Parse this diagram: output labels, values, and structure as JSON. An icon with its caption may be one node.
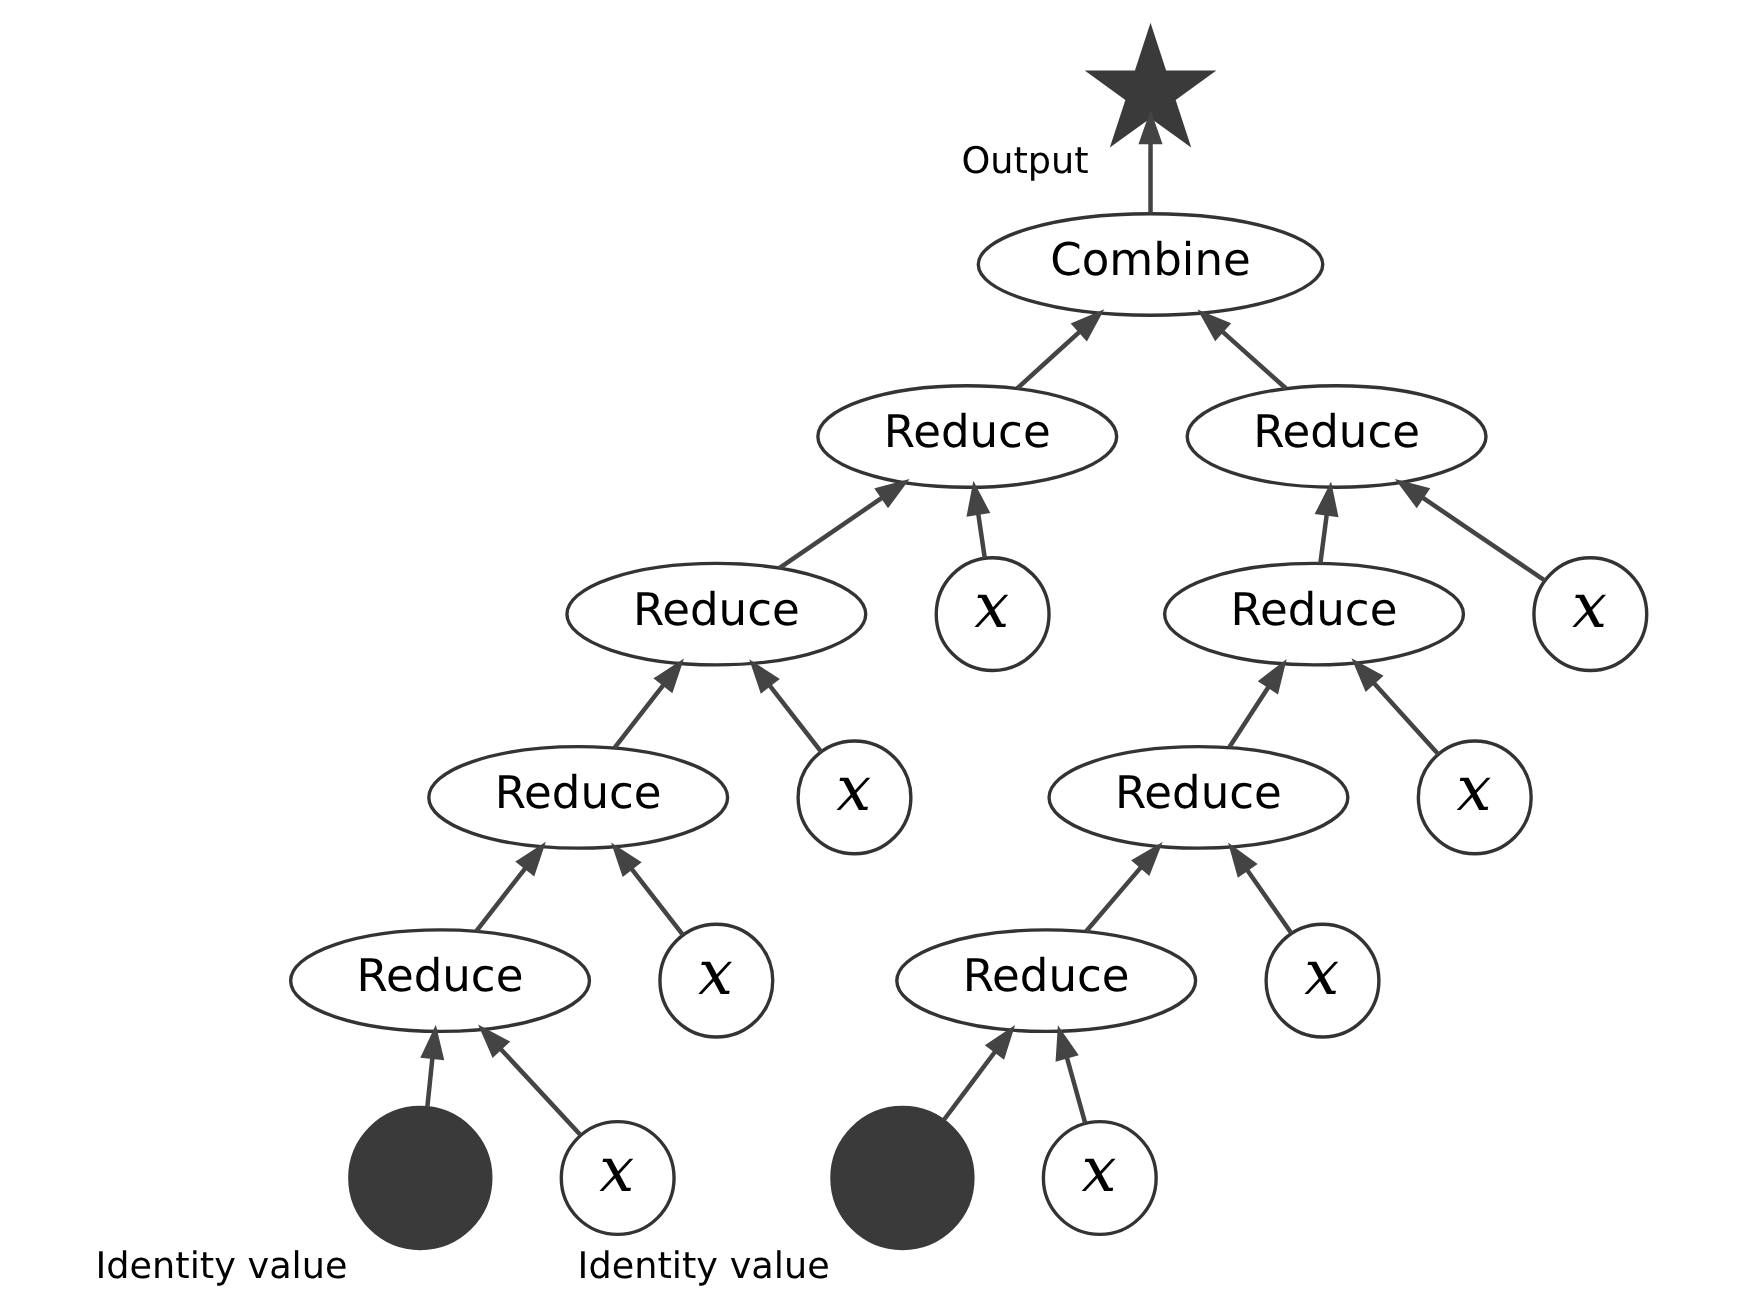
{
  "diagram": {
    "nodes": [
      {
        "text": [],
        "shape": "star",
        "beside": [
          "Output"
        ]
      },
      {
        "text": [
          "Combine"
        ]
      },
      {
        "text": [
          "Reduce"
        ]
      },
      {
        "text": [
          "Reduce"
        ]
      },
      {
        "text": [
          "Reduce"
        ]
      },
      {
        "text": [
          "x"
        ]
      },
      {
        "text": [
          "Reduce"
        ]
      },
      {
        "text": [
          "x"
        ]
      },
      {
        "text": [
          "Reduce"
        ]
      },
      {
        "text": [
          "x"
        ]
      },
      {
        "text": [
          "Reduce"
        ]
      },
      {
        "text": [
          "x"
        ]
      },
      {
        "text": [
          "Reduce"
        ]
      },
      {
        "text": [
          "x"
        ]
      },
      {
        "text": [
          "Reduce"
        ]
      },
      {
        "text": [
          "x"
        ]
      },
      {
        "text": [],
        "shape": "circle",
        "beside": [
          "Identity value"
        ]
      },
      {
        "text": [
          "x"
        ]
      },
      {
        "text": [],
        "shape": "circle",
        "beside": [
          "Identity value"
        ]
      },
      {
        "text": [
          "x"
        ]
      }
    ],
    "edges": [
      {
        "from": 1,
        "to": 0,
        "arrow": "to"
      },
      {
        "from": 2,
        "to": 1,
        "arrow": "to"
      },
      {
        "from": 3,
        "to": 1,
        "arrow": "to"
      },
      {
        "from": 4,
        "to": 2,
        "arrow": "to"
      },
      {
        "from": 5,
        "to": 2,
        "arrow": "to"
      },
      {
        "from": 6,
        "to": 3,
        "arrow": "to"
      },
      {
        "from": 7,
        "to": 3,
        "arrow": "to"
      },
      {
        "from": 8,
        "to": 4,
        "arrow": "to"
      },
      {
        "from": 9,
        "to": 4,
        "arrow": "to"
      },
      {
        "from": 10,
        "to": 6,
        "arrow": "to"
      },
      {
        "from": 11,
        "to": 6,
        "arrow": "to"
      },
      {
        "from": 12,
        "to": 8,
        "arrow": "to"
      },
      {
        "from": 13,
        "to": 8,
        "arrow": "to"
      },
      {
        "from": 14,
        "to": 10,
        "arrow": "to"
      },
      {
        "from": 15,
        "to": 10,
        "arrow": "to"
      },
      {
        "from": 16,
        "to": 12,
        "arrow": "to"
      },
      {
        "from": 17,
        "to": 12,
        "arrow": "to"
      },
      {
        "from": 18,
        "to": 14,
        "arrow": "to"
      },
      {
        "from": 19,
        "to": 14,
        "arrow": "to"
      }
    ]
  }
}
